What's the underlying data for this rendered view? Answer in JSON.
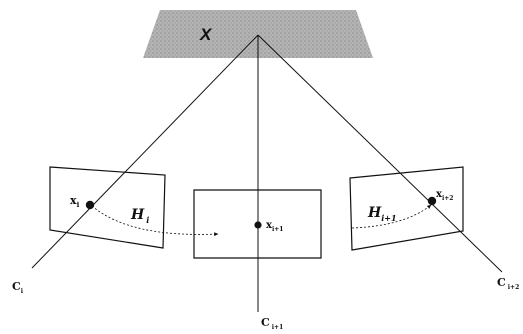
{
  "scene_point": {
    "label": "X"
  },
  "cameras": [
    {
      "center_label": "C",
      "center_sub": "i"
    },
    {
      "center_label": "C",
      "center_sub": "i+1"
    },
    {
      "center_label": "C",
      "center_sub": "i+2"
    }
  ],
  "image_points": [
    {
      "label": "x",
      "sub": "i"
    },
    {
      "label": "x",
      "sub": "i+1"
    },
    {
      "label": "x",
      "sub": "i+2"
    }
  ],
  "homographies": [
    {
      "label": "H",
      "sub": "i"
    },
    {
      "label": "H",
      "sub": "i+1"
    }
  ],
  "colors": {
    "plane_fill": "#a8a8a8",
    "ink": "#111111"
  }
}
